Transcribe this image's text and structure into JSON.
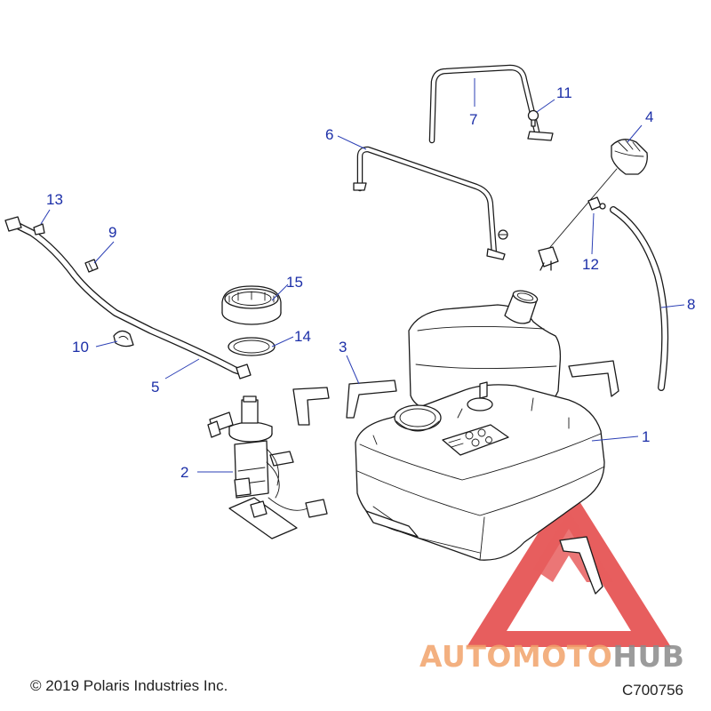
{
  "diagram": {
    "labels": {
      "p1": "1",
      "p2": "2",
      "p3": "3",
      "p4": "4",
      "p5": "5",
      "p6": "6",
      "p7": "7",
      "p8": "8",
      "p9": "9",
      "p10": "10",
      "p11": "11",
      "p12": "12",
      "p13": "13",
      "p14": "14",
      "p15": "15"
    },
    "label_color": "#1c2fa8"
  },
  "watermark": {
    "part_a": "AUTOMOTO",
    "part_b": "HUB",
    "color_a": "#f2a36b",
    "color_b": "#8a8a8a",
    "logo_color": "#e23b3b"
  },
  "footer": {
    "copyright": "© 2019 Polaris Industries Inc.",
    "diagram_code": "C700756"
  }
}
